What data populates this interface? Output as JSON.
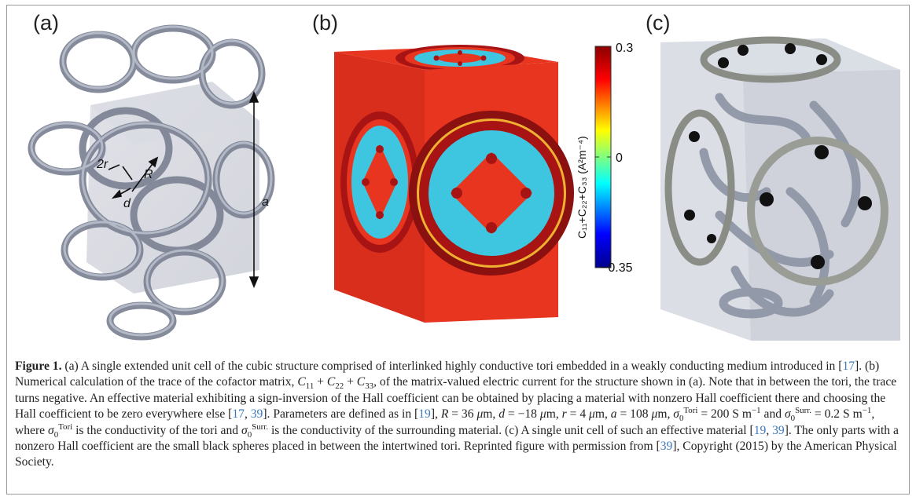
{
  "figure": {
    "panels": {
      "a": {
        "label": "(a)",
        "annotations": {
          "two_r": "2r",
          "R": "R",
          "d": "d",
          "a": "a"
        }
      },
      "b": {
        "label": "(b)",
        "colorbar": {
          "max_label": "0.35",
          "mid_label": "0",
          "min_label": "−0.35",
          "axis_title": "C₁₁+C₂₂+C₃₃ (A²m⁻⁴)",
          "colors": [
            "#00008b",
            "#0000ff",
            "#00ffff",
            "#ffff00",
            "#ff0000",
            "#8b0000"
          ]
        }
      },
      "c": {
        "label": "(c)"
      }
    }
  },
  "caption": {
    "label": "Figure 1.",
    "s1": "(a) A single extended unit cell of the cubic structure comprised of interlinked highly conductive tori embedded in a weakly conducting medium introduced in [",
    "ref17a": "17",
    "s2": "]. (b) Numerical calculation of the trace of the cofactor matrix, ",
    "s3": ", of the matrix-valued electric current for the structure shown in (a). Note that in between the tori, the trace turns negative. An effective material exhibiting a sign-inversion of the Hall coefficient can be obtained by placing a material with nonzero Hall coefficient there and choosing the Hall coefficient to be zero everywhere else [",
    "ref17b": "17",
    "comma1": ", ",
    "ref39a": "39",
    "s4": "]. Parameters are defined as in [",
    "ref19a": "19",
    "s5": "], ",
    "s6": ", where ",
    "s7": " is the conductivity of the tori and ",
    "s8": " is the conductivity of the surrounding material. (c) A single unit cell of such an effective material [",
    "ref19b": "19",
    "comma2": ", ",
    "ref39b": "39",
    "s9": "]. The only parts with a nonzero Hall coefficient are the small black spheres placed in between the intertwined tori. Reprinted figure with permission from [",
    "ref39c": "39",
    "s10": "], Copyright (2015) by the American Physical Society."
  }
}
